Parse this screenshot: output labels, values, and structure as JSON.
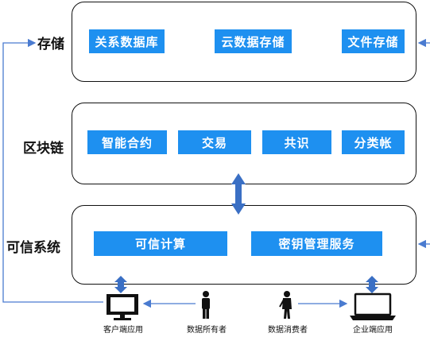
{
  "layers": {
    "storage": {
      "label": "存储",
      "items": [
        "关系数据库",
        "云数据存储",
        "文件存储"
      ]
    },
    "blockchain": {
      "label": "区块链",
      "items": [
        "智能合约",
        "交易",
        "共识",
        "分类帐"
      ]
    },
    "trusted": {
      "label": "可信系统",
      "items": [
        "可信计算",
        "密钥管理服务"
      ]
    }
  },
  "actors": {
    "client_app": "客户端应用",
    "data_owner": "数据所有者",
    "data_consumer": "数据消费者",
    "enterprise_app": "企业端应用"
  },
  "colors": {
    "box": "#1e90f0",
    "arrow": "#3a6fc4",
    "line": "#4a7bd0"
  },
  "icons": [
    "monitor-icon",
    "person-icon",
    "person-icon",
    "laptop-icon"
  ]
}
